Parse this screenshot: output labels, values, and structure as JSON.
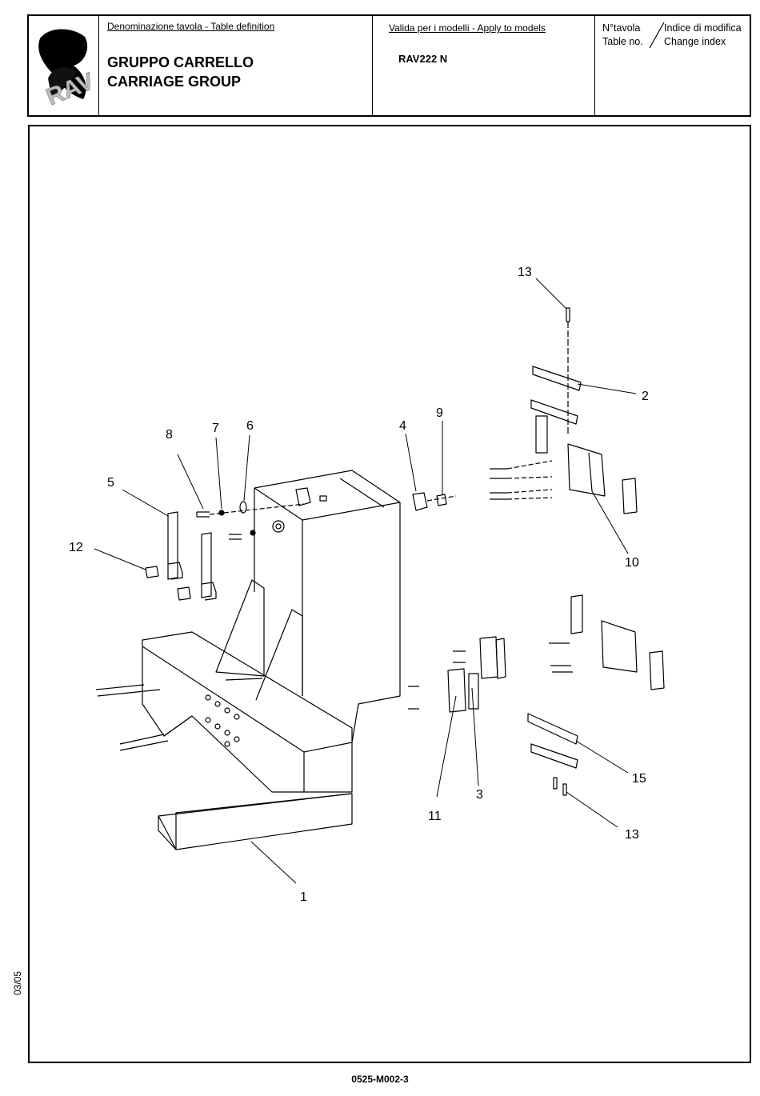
{
  "header": {
    "table_definition_label": "Denominazione tavola - Table definition",
    "title_it": "GRUPPO CARRELLO",
    "title_en": "CARRIAGE GROUP",
    "models_label": "Valida per i modelli - Apply to models",
    "model": "RAV222 N",
    "table_no_it": "N°tavola",
    "table_no_en": "Table no.",
    "change_index_it": "Indice di modifica",
    "change_index_en": "Change index",
    "logo_text": "RAV"
  },
  "callouts": [
    "13",
    "2",
    "9",
    "4",
    "7",
    "6",
    "8",
    "5",
    "12",
    "10",
    "15",
    "3",
    "11",
    "13",
    "1"
  ],
  "footer": {
    "document_code": "0525-M002-3",
    "date": "03/05"
  }
}
